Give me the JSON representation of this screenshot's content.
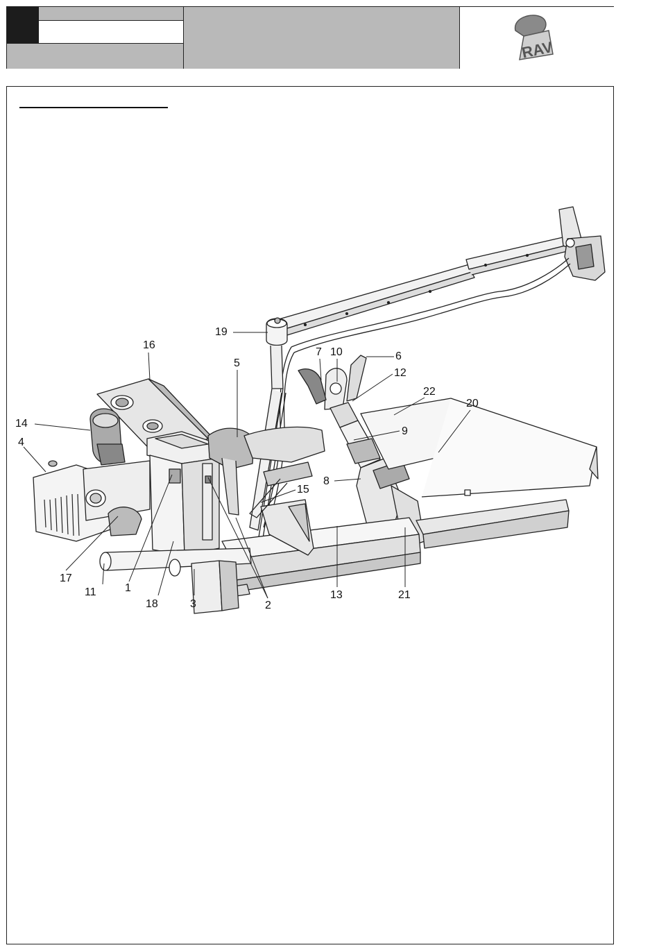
{
  "header": {
    "logo_text": "RAV",
    "logo_icon": "rav-logo-icon"
  },
  "figure": {
    "callouts": [
      {
        "id": "c19",
        "label": "19"
      },
      {
        "id": "c16",
        "label": "16"
      },
      {
        "id": "c5",
        "label": "5"
      },
      {
        "id": "c7",
        "label": "7"
      },
      {
        "id": "c10",
        "label": "10"
      },
      {
        "id": "c6",
        "label": "6"
      },
      {
        "id": "c12",
        "label": "12"
      },
      {
        "id": "c22",
        "label": "22"
      },
      {
        "id": "c20",
        "label": "20"
      },
      {
        "id": "c14",
        "label": "14"
      },
      {
        "id": "c4",
        "label": "4"
      },
      {
        "id": "c9",
        "label": "9"
      },
      {
        "id": "c8",
        "label": "8"
      },
      {
        "id": "c15",
        "label": "15"
      },
      {
        "id": "c17",
        "label": "17"
      },
      {
        "id": "c11",
        "label": "11"
      },
      {
        "id": "c1",
        "label": "1"
      },
      {
        "id": "c18",
        "label": "18"
      },
      {
        "id": "c3",
        "label": "3"
      },
      {
        "id": "c2",
        "label": "2"
      },
      {
        "id": "c13",
        "label": "13"
      },
      {
        "id": "c21",
        "label": "21"
      }
    ]
  }
}
